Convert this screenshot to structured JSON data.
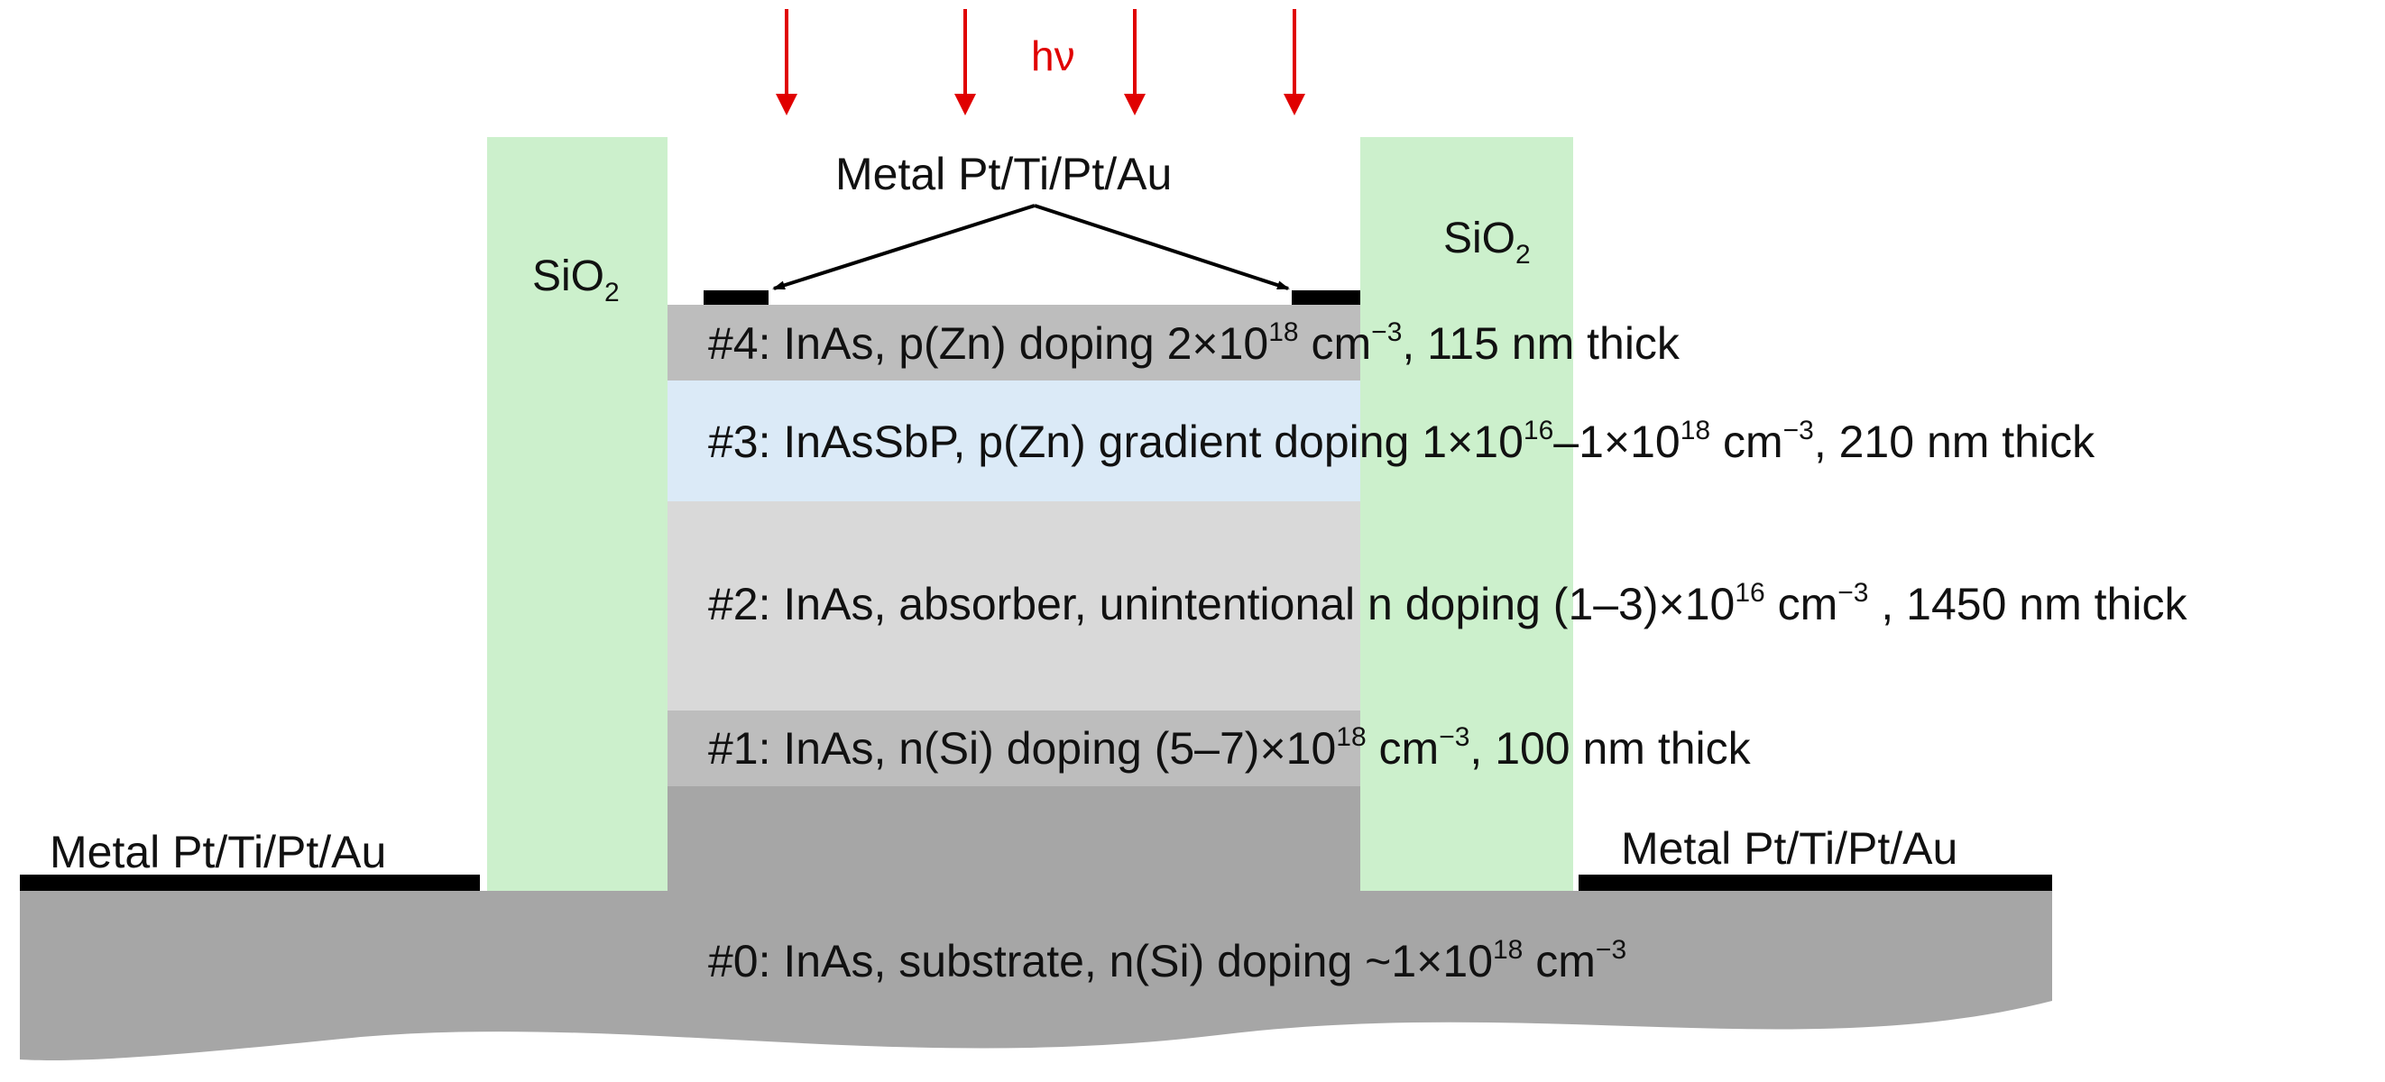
{
  "colors": {
    "substrate": "#a6a6a6",
    "contact_layer": "#bdbdbd",
    "absorber": "#d9d9d9",
    "window_layer": "#dbeaf7",
    "cap_layer": "#bdbdbd",
    "oxide": "#ccf0cc",
    "metal": "#000000",
    "light": "#e00000"
  },
  "illumination": {
    "label": "hν",
    "icon": "arrow-down-icon",
    "arrow_count": 4
  },
  "top_contact": {
    "label": "Metal Pt/Ti/Pt/Au"
  },
  "side_contacts": {
    "left_label": "Metal Pt/Ti/Pt/Au",
    "right_label": "Metal Pt/Ti/Pt/Au"
  },
  "oxide": {
    "base": "SiO",
    "subscript": "2"
  },
  "layers": {
    "l4": {
      "prefix": "#4: InAs, p(Zn) doping 2×10",
      "exp1": "18",
      "mid": " cm",
      "exp2": "−3",
      "suffix": ", 115 nm thick"
    },
    "l3": {
      "prefix": "#3: InAsSbP, p(Zn) gradient doping 1×10",
      "exp1": "16",
      "mid1": "–1×10",
      "exp2": "18",
      "mid2": "  cm",
      "exp3": "−3",
      "suffix": ", 210 nm thick"
    },
    "l2": {
      "prefix": "#2: InAs, absorber, unintentional n doping (1–3)×10",
      "exp1": "16",
      "mid": " cm",
      "exp2": "−3",
      "suffix": " , 1450 nm thick"
    },
    "l1": {
      "prefix": "#1: InAs, n(Si) doping (5–7)×10",
      "exp1": "18",
      "mid": "  cm",
      "exp2": "−3",
      "suffix": ", 100 nm thick"
    },
    "l0": {
      "prefix": "#0: InAs, substrate, n(Si) doping ~1×10",
      "exp1": "18",
      "mid": " cm",
      "exp2": "−3",
      "suffix": ""
    }
  }
}
